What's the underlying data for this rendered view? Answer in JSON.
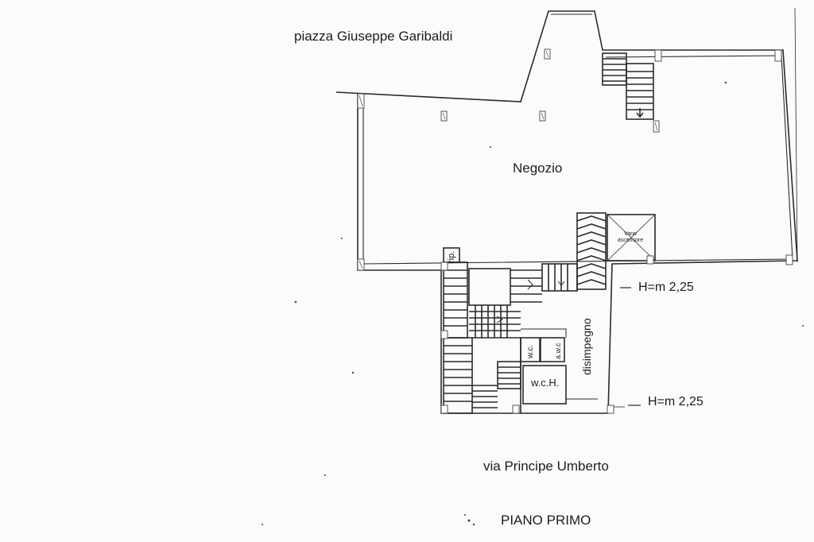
{
  "streets": {
    "top": "piazza Giuseppe Garibaldi",
    "bottom": "via Principe Umberto"
  },
  "rooms": {
    "main": "Negozio",
    "corridor": "disimpegno",
    "storage": "rip.",
    "wc_accessible": "w.c.H.",
    "wc_left": "w.c.",
    "wc_right": "a.w.c",
    "elevator_line1": "Vano",
    "elevator_line2": "ascensore"
  },
  "heights": {
    "upper": "H=m 2,25",
    "lower": "H=m 2,25"
  },
  "title": "PIANO PRIMO",
  "colors": {
    "line": "#2a2a2a",
    "paper": "#fbfbfa",
    "column_hatch": "#555555"
  }
}
